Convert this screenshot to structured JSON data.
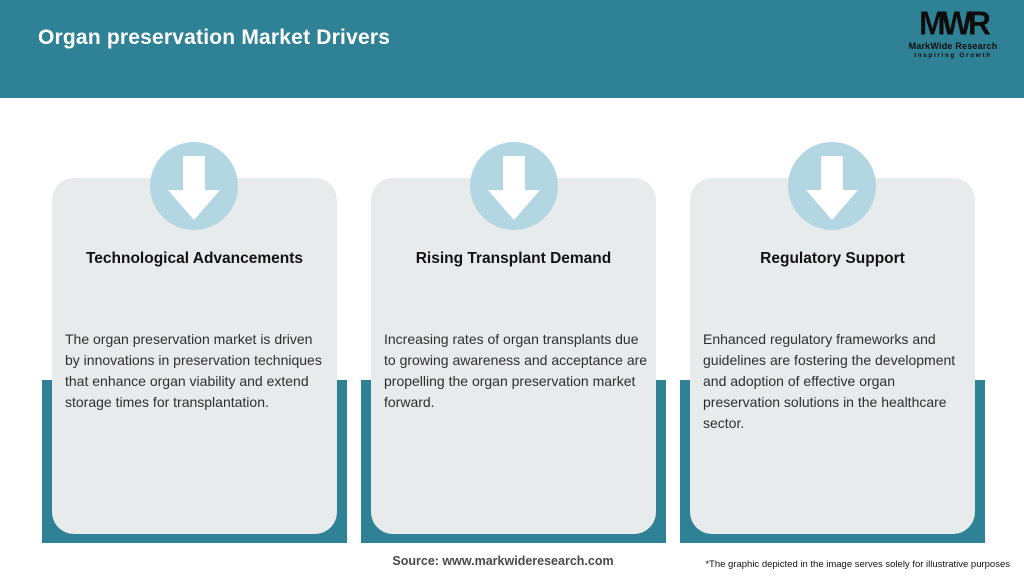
{
  "header": {
    "title": "Organ preservation Market Drivers",
    "logo": {
      "mark": "MWR",
      "name": "MarkWide Research",
      "tagline": "Inspiring Growth"
    }
  },
  "cards": [
    {
      "icon": "down-arrow-icon",
      "title": "Technological Advancements",
      "body": "The organ preservation market is driven by innovations in preservation techniques that enhance organ viability and extend storage times for transplantation."
    },
    {
      "icon": "down-arrow-icon",
      "title": "Rising Transplant Demand",
      "body": "Increasing rates of organ transplants due to growing awareness and acceptance are propelling the organ preservation market forward."
    },
    {
      "icon": "down-arrow-icon",
      "title": "Regulatory Support",
      "body": "Enhanced regulatory frameworks and guidelines are fostering the development and adoption of effective organ preservation solutions in the healthcare sector."
    }
  ],
  "footer": {
    "source": "Source: www.markwideresearch.com",
    "disclaimer": "*The graphic depicted in the image serves solely for illustrative purposes"
  },
  "colors": {
    "teal": "#2f8296",
    "card_background": "#e8ebec",
    "icon_circle": "#b2d6e2",
    "arrow": "#ffffff",
    "title_text": "#ffffff"
  }
}
